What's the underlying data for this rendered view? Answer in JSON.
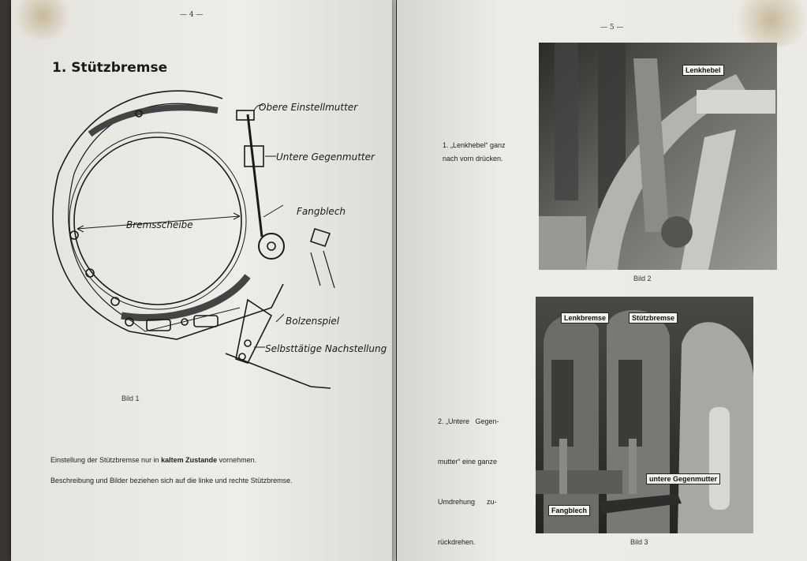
{
  "left_page": {
    "page_number": "— 4 —",
    "heading": "1. Stützbremse",
    "figure_labels": {
      "obere_einstellmutter": "Obere Einstellmutter",
      "untere_gegenmutter": "Untere Gegenmutter",
      "fangblech": "Fangblech",
      "bremsscheibe": "Bremsscheibe",
      "bolzenspiel": "Bolzenspiel",
      "selbsttaetige_nachstellung": "Selbsttätige Nachstellung"
    },
    "figure_caption": "Bild 1",
    "paragraph1_pre": "Einstellung der Stützbremse nur in ",
    "paragraph1_bold": "kaltem Zustande",
    "paragraph1_post": " vornehmen.",
    "paragraph2": "Beschreibung und Bilder beziehen sich auf die linke und rechte Stützbremse."
  },
  "right_page": {
    "page_number": "— 5 —",
    "step1_line1": "1. „Lenkhebel“ ganz",
    "step1_line2": "nach vorn drücken.",
    "step2_line1": "2. „Untere   Gegen-",
    "step2_line2": "mutter“ eine ganze",
    "step2_line3": "Umdrehung      zu-",
    "step2_line4": "rückdrehen.",
    "photo2": {
      "tag_lenkhebel": "Lenkhebel",
      "caption": "Bild 2"
    },
    "photo3": {
      "tag_lenkbremse": "Lenkbremse",
      "tag_stuetzbremse": "Stützbremse",
      "tag_untere_gegenmutter": "untere Gegenmutter",
      "tag_fangblech": "Fangblech",
      "caption": "Bild 3"
    }
  }
}
